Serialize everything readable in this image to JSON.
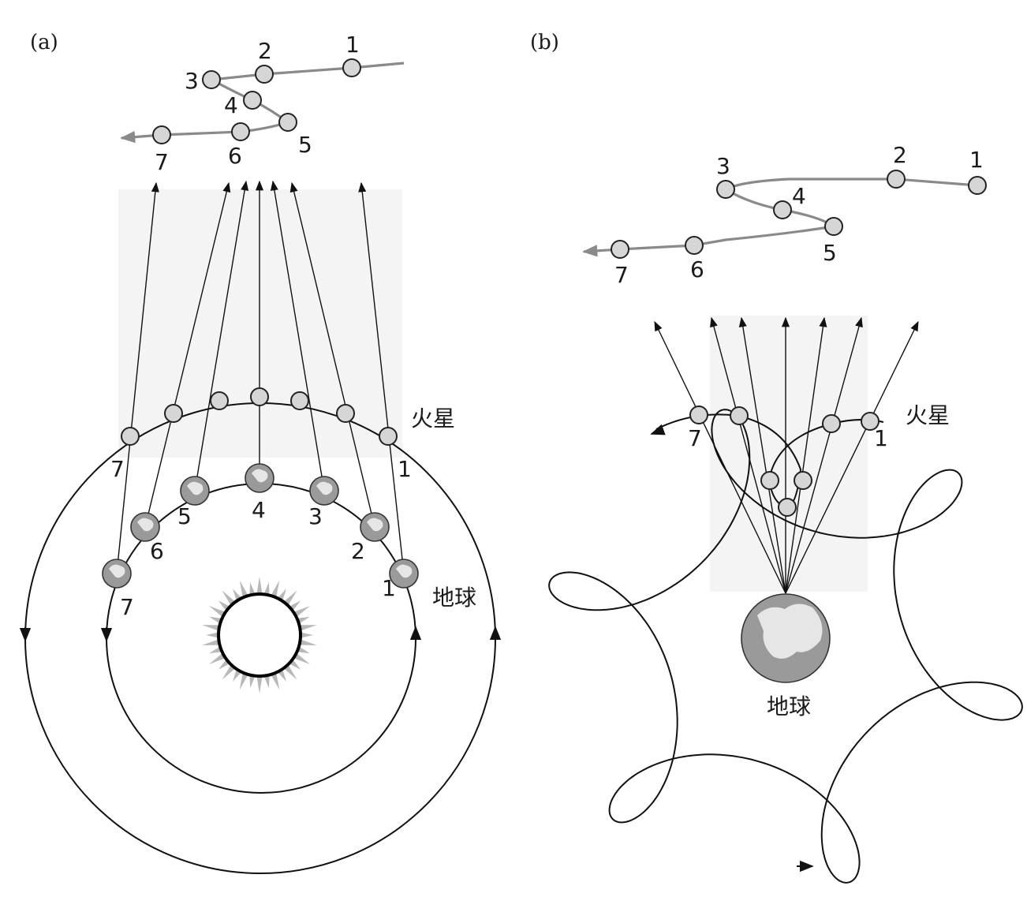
{
  "panels": {
    "a": {
      "tag": "(a)",
      "mars_label": "火星",
      "earth_label": "地球",
      "track_numbers": [
        "1",
        "2",
        "3",
        "4",
        "5",
        "6",
        "7"
      ],
      "mars_numbers": {
        "first": "1",
        "last": "7"
      },
      "earth_numbers": [
        "1",
        "2",
        "3",
        "4",
        "5",
        "6",
        "7"
      ]
    },
    "b": {
      "tag": "(b)",
      "mars_label": "火星",
      "earth_label": "地球",
      "track_numbers": [
        "1",
        "2",
        "3",
        "4",
        "5",
        "6",
        "7"
      ],
      "mars_numbers": {
        "first": "1",
        "last": "7"
      }
    }
  },
  "colors": {
    "line": "#111111",
    "track": "#8a8a8a",
    "planet_fill": "#d6d6d6",
    "earth_fill": "#9a9a9a"
  },
  "icons": {
    "sun": "sun-icon",
    "earth": "earth-icon",
    "mars": "mars-icon"
  }
}
